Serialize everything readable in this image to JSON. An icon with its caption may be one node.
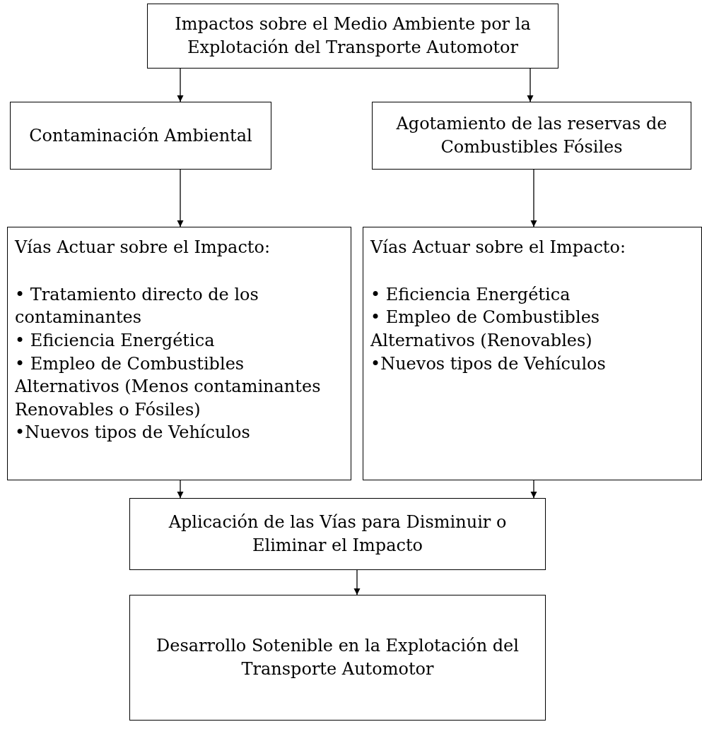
{
  "diagram": {
    "nodes": [
      {
        "text": [
          "Impactos sobre el Medio Ambiente por la Explotación del Transporte Automotor"
        ]
      },
      {
        "text": [
          "Contaminación Ambiental"
        ]
      },
      {
        "text": [
          "Agotamiento de las reservas de Combustibles Fósiles"
        ]
      },
      {
        "text": [
          "Vías Actuar sobre el Impacto:",
          "• Tratamiento directo de los contaminantes",
          "• Eficiencia Energética",
          "• Empleo de Combustibles Alternativos (Menos contaminantes Renovables o Fósiles)",
          "•Nuevos tipos de Vehículos"
        ]
      },
      {
        "text": [
          "Vías Actuar sobre el Impacto:",
          "• Eficiencia Energética",
          "• Empleo de Combustibles Alternativos (Renovables)",
          "•Nuevos tipos de Vehículos"
        ]
      },
      {
        "text": [
          "Aplicación de las Vías para Disminuir o Eliminar el Impacto"
        ]
      },
      {
        "text": [
          "Desarrollo Sotenible en la Explotación del Transporte Automotor"
        ]
      }
    ],
    "edges": [
      {
        "from": 0,
        "to": 1,
        "arrow": "to"
      },
      {
        "from": 0,
        "to": 2,
        "arrow": "to"
      },
      {
        "from": 1,
        "to": 3,
        "arrow": "to"
      },
      {
        "from": 2,
        "to": 4,
        "arrow": "to"
      },
      {
        "from": 3,
        "to": 5,
        "arrow": "to"
      },
      {
        "from": 4,
        "to": 5,
        "arrow": "to"
      },
      {
        "from": 5,
        "to": 6,
        "arrow": "to"
      }
    ]
  }
}
